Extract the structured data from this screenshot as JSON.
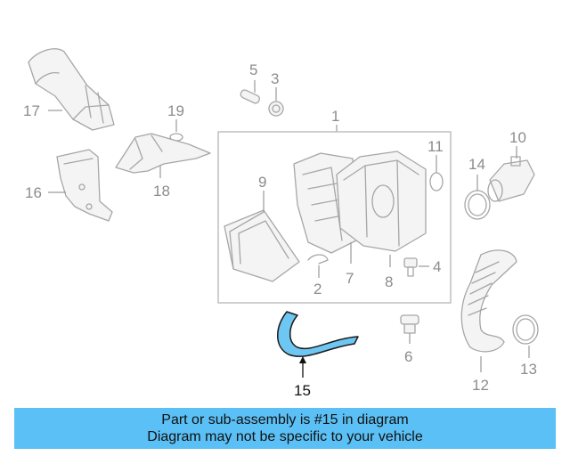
{
  "diagram": {
    "callouts": {
      "c1": "1",
      "c2": "2",
      "c3": "3",
      "c4": "4",
      "c5": "5",
      "c6": "6",
      "c7": "7",
      "c8": "8",
      "c9": "9",
      "c10": "10",
      "c11": "11",
      "c12": "12",
      "c13": "13",
      "c14": "14",
      "c15": "15",
      "c16": "16",
      "c17": "17",
      "c18": "18",
      "c19": "19"
    },
    "highlight_part": "15",
    "colors": {
      "part_line": "#a6a6a6",
      "highlight": "#6ec6f2",
      "banner": "#5bc0f5"
    }
  },
  "banner": {
    "line1": "Part or sub-assembly is #15 in diagram",
    "line2": "Diagram may not be specific to your vehicle"
  }
}
